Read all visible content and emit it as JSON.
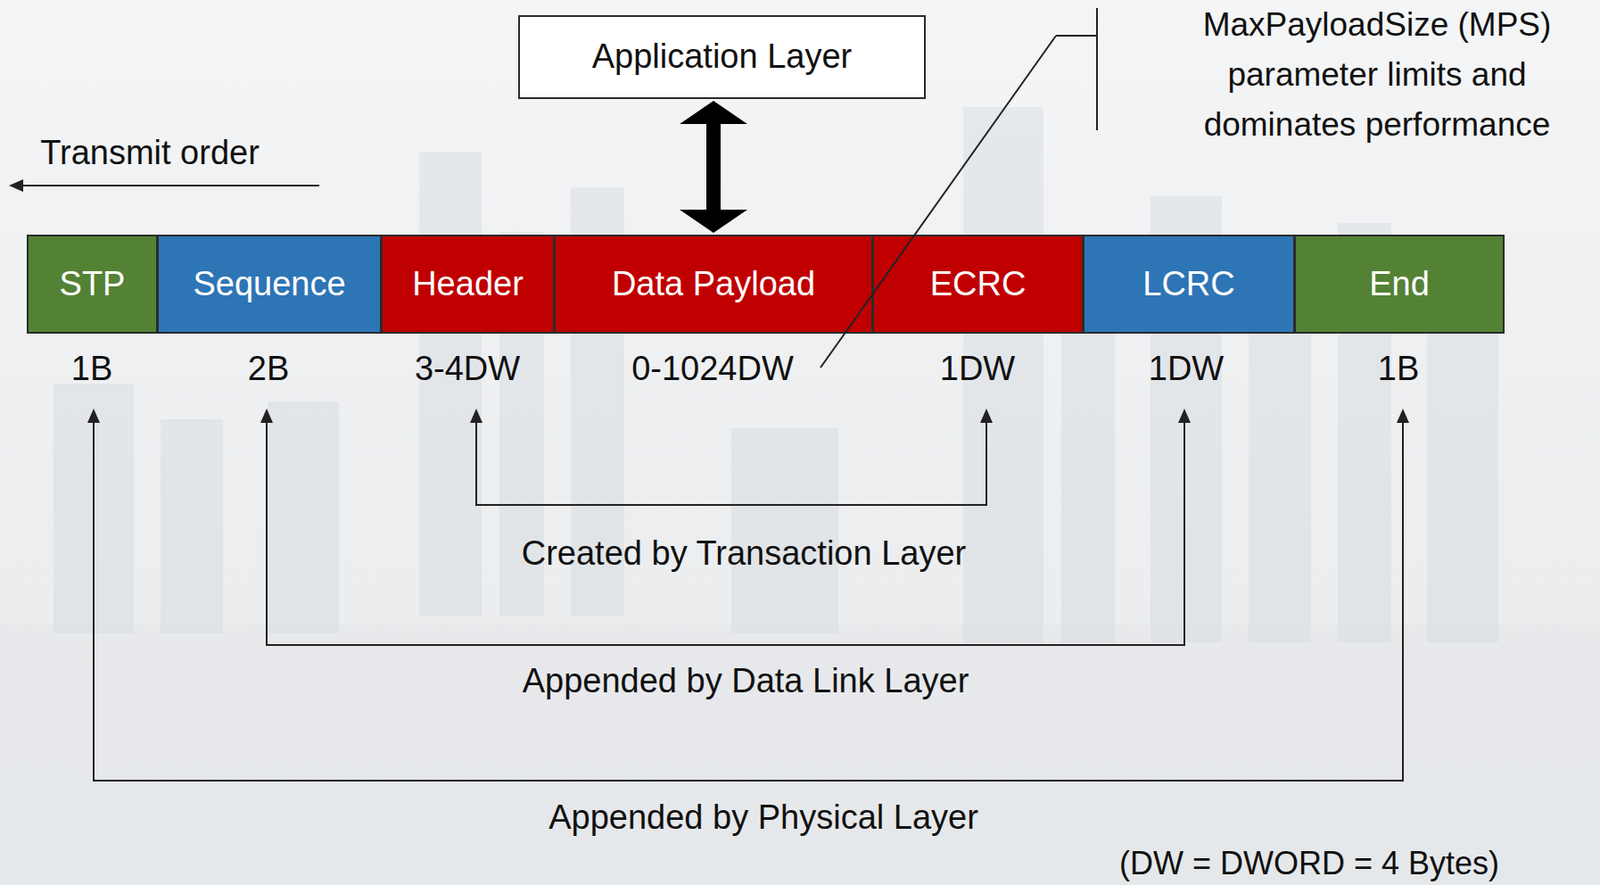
{
  "diagram": {
    "nodes": [
      {
        "text": [
          "Application Layer"
        ]
      },
      {
        "text": [
          "STP"
        ]
      },
      {
        "text": [
          "Sequence"
        ]
      },
      {
        "text": [
          "Header"
        ]
      },
      {
        "text": [
          "Data Payload"
        ]
      },
      {
        "text": [
          "ECRC"
        ]
      },
      {
        "text": [
          "LCRC"
        ]
      },
      {
        "text": [
          "End"
        ]
      }
    ],
    "edges": [
      {
        "from": 0,
        "to": 4,
        "arrow": "both"
      }
    ],
    "labels": [
      "Transmit order",
      "MaxPayloadSize (MPS) parameter limits and dominates performance",
      "1B",
      "2B",
      "3-4DW",
      "0-1024DW",
      "1DW",
      "1DW",
      "1B",
      "Created by Transaction Layer",
      "Appended by Data Link Layer",
      "Appended by Physical Layer",
      "(DW = DWORD = 4 Bytes)"
    ]
  }
}
